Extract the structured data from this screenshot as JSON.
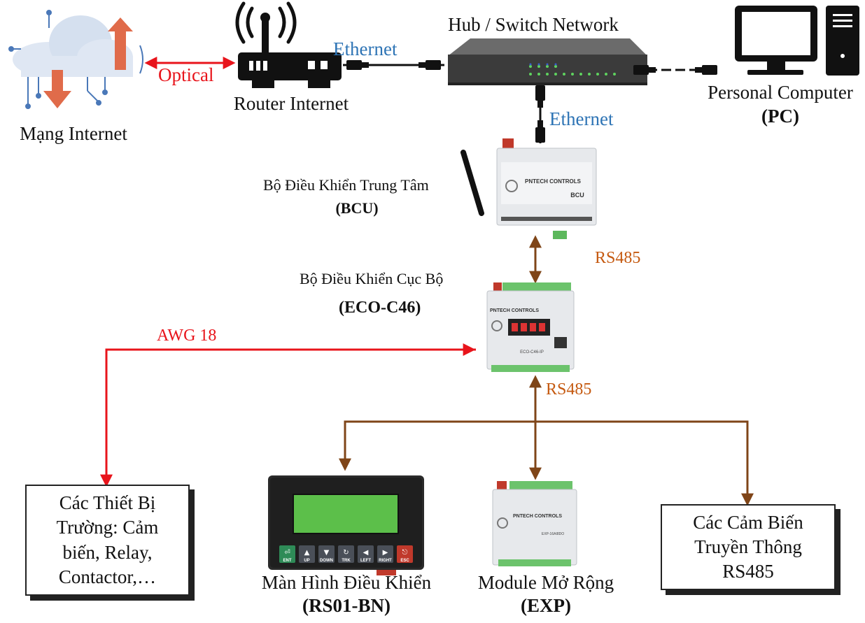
{
  "nodes": {
    "internet": {
      "label": "Mạng Internet",
      "icon": "cloud-network-icon"
    },
    "router": {
      "label": "Router Internet",
      "icon": "wifi-router-icon"
    },
    "switch": {
      "label": "Hub / Switch Network",
      "icon": "network-switch-icon"
    },
    "pc": {
      "label": "Personal Computer",
      "label_bold": "(PC)",
      "icon": "desktop-computer-icon"
    },
    "bcu": {
      "label": "Bộ Điều Khiển Trung Tâm",
      "label_bold": "(BCU)",
      "brand": "PNTECH CONTROLS",
      "model": "BCU"
    },
    "eco": {
      "label": "Bộ Điều Khiển Cục Bộ",
      "label_bold": "(ECO-C46)",
      "brand": "PNTECH CONTROLS",
      "model": "ECO-C46-IP"
    },
    "field": {
      "label": "Các Thiết Bị Trường: Cảm biến, Relay, Contactor,…"
    },
    "hmi": {
      "label": "Màn Hình Điều Khiển",
      "label_bold": "(RS01-BN)",
      "keys": [
        "ENT",
        "UP",
        "DOWN",
        "TRK",
        "LEFT",
        "RIGHT",
        "ESC"
      ]
    },
    "exp": {
      "label": "Module Mở Rộng",
      "label_bold": "(EXP)",
      "brand": "PNTECH CONTROLS",
      "model": "EXP-16AI8DO"
    },
    "sensors": {
      "label": "Các Cảm Biến Truyền Thông RS485"
    }
  },
  "links": {
    "optical": "Optical",
    "ethernet_router": "Ethernet",
    "ethernet_bcu": "Ethernet",
    "rs485_bcu": "RS485",
    "rs485_eco": "RS485",
    "awg": "AWG 18"
  },
  "colors": {
    "optical": "#e8141b",
    "awg": "#e8141b",
    "rs485": "#7f4518",
    "ethernet_text": "#2e74b5",
    "rs485_text": "#c55a11"
  }
}
